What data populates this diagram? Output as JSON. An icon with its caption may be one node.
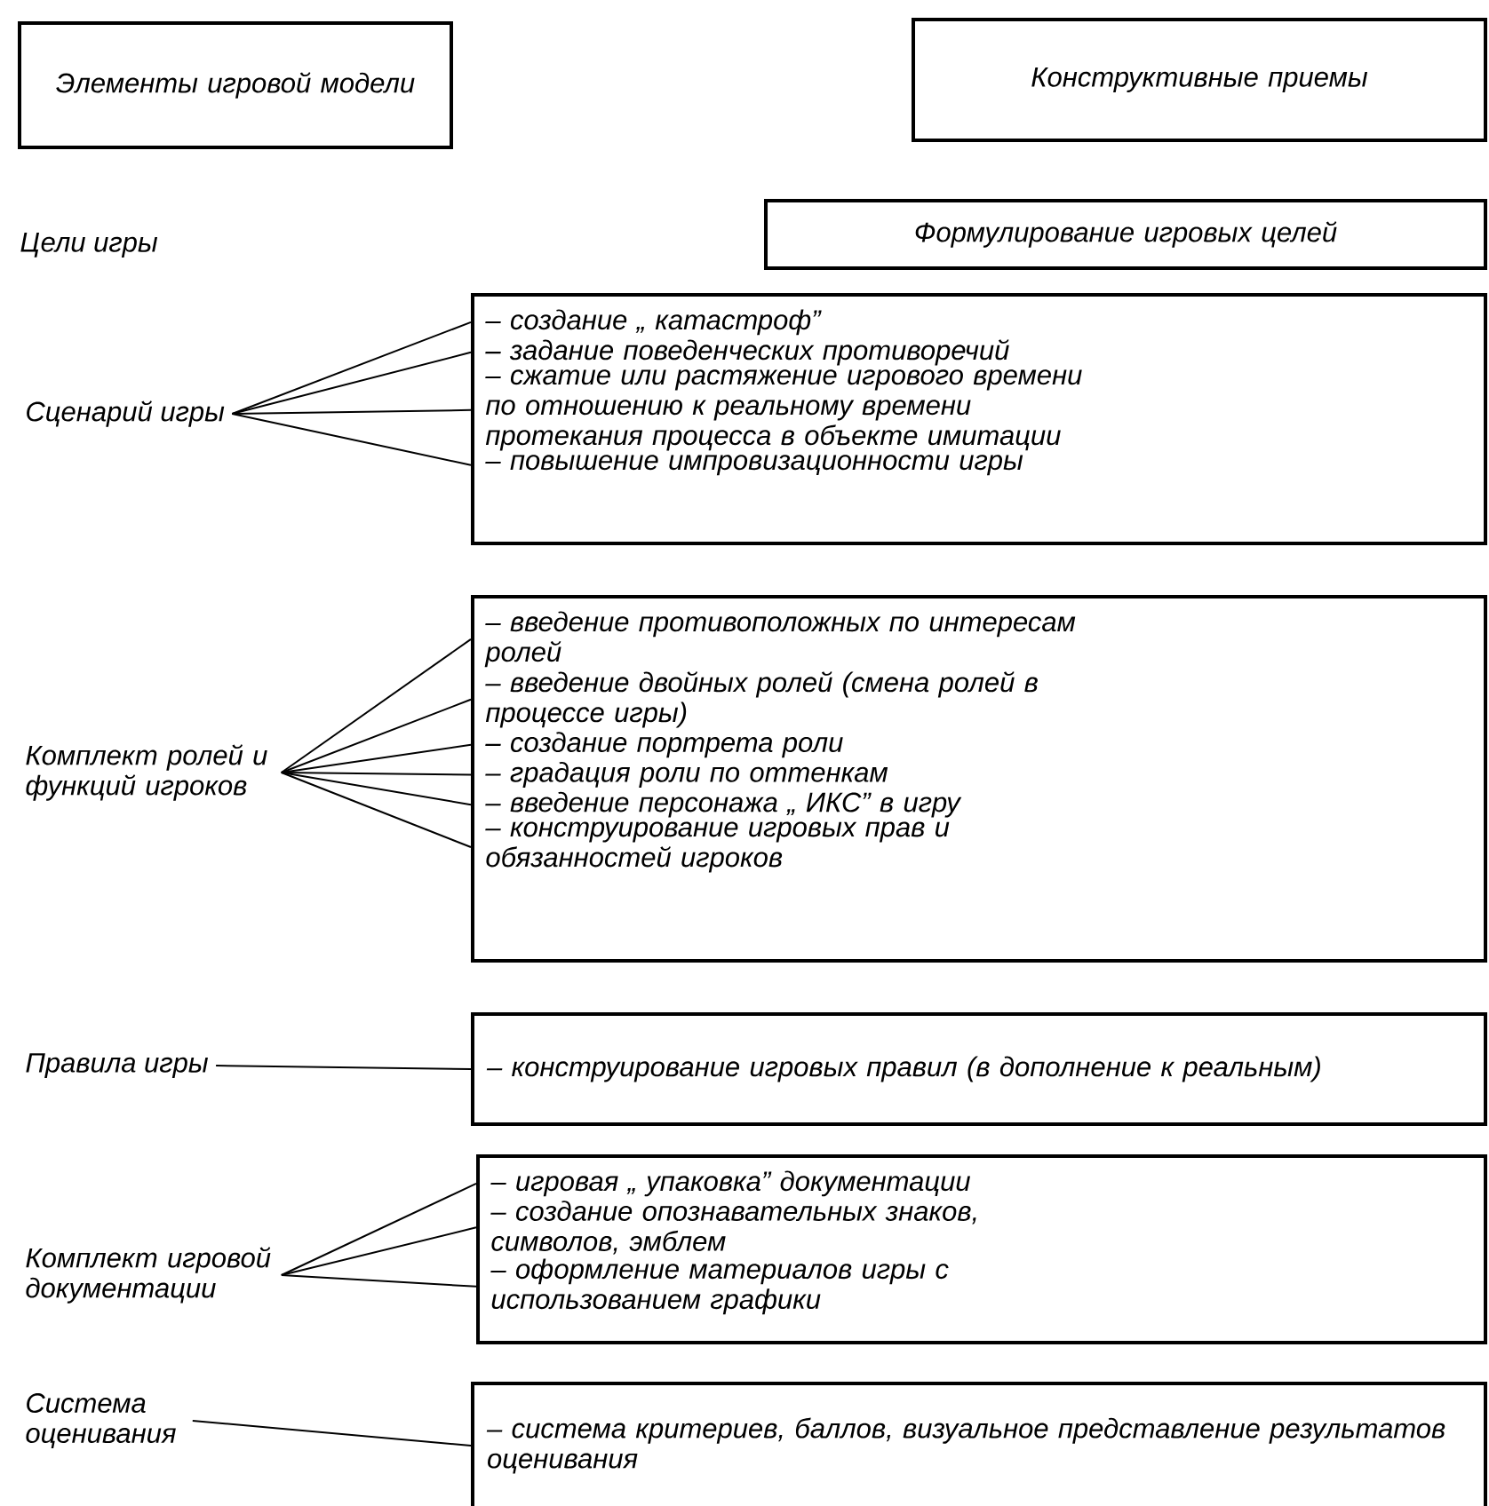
{
  "diagram": {
    "nodes": [
      {
        "text": [
          "Элементы игровой модели"
        ]
      },
      {
        "text": [
          "Конструктивные приемы"
        ]
      },
      {
        "text": [
          "Формулирование игровых целей"
        ]
      },
      {
        "text": [
          "Сценарий игры"
        ]
      },
      {
        "text": [],
        "shape": "box"
      },
      {
        "text": [
          "– создание „ катастроф”"
        ],
        "in": 4
      },
      {
        "text": [
          "– задание поведенческих противоречий"
        ],
        "in": 4
      },
      {
        "text": [
          "– сжатие или растяжение игрового времени по отношению к реальному времени протекания процесса в объекте имитации"
        ],
        "in": 4
      },
      {
        "text": [
          "– повышение импровизационности игры"
        ],
        "in": 4
      },
      {
        "text": [
          "Комплект ролей и функций игроков"
        ]
      },
      {
        "text": [],
        "shape": "box"
      },
      {
        "text": [
          "– введение противоположных по интересам ролей"
        ],
        "in": 10
      },
      {
        "text": [
          "– введение двойных ролей (смена ролей в процессе игры)"
        ],
        "in": 10
      },
      {
        "text": [
          "– создание портрета роли"
        ],
        "in": 10
      },
      {
        "text": [
          "– градация роли по оттенкам"
        ],
        "in": 10
      },
      {
        "text": [
          "– введение персонажа „ ИКС” в игру"
        ],
        "in": 10
      },
      {
        "text": [
          "– конструирование игровых прав и обязанностей игроков"
        ],
        "in": 10
      },
      {
        "text": [
          "Правила игры"
        ]
      },
      {
        "text": [
          "– конструирование игровых правил (в дополнение к реальным)"
        ]
      },
      {
        "text": [
          "Комплект игровой документации"
        ]
      },
      {
        "text": [],
        "shape": "box"
      },
      {
        "text": [
          "– игровая „ упаковка” документации"
        ],
        "in": 20
      },
      {
        "text": [
          "– создание опознавательных знаков, символов, эмблем"
        ],
        "in": 20
      },
      {
        "text": [
          "– оформление материалов игры с использованием графики"
        ],
        "in": 20
      },
      {
        "text": [
          "Система оценивания"
        ]
      },
      {
        "text": [
          "– система критериев, баллов, визуальное представление результатов оценивания"
        ]
      }
    ],
    "edges": [
      {
        "from": 3,
        "to": 5,
        "arrow": "none"
      },
      {
        "from": 3,
        "to": 6,
        "arrow": "none"
      },
      {
        "from": 3,
        "to": 7,
        "arrow": "none"
      },
      {
        "from": 3,
        "to": 8,
        "arrow": "none"
      },
      {
        "from": 9,
        "to": 11,
        "arrow": "none"
      },
      {
        "from": 9,
        "to": 12,
        "arrow": "none"
      },
      {
        "from": 9,
        "to": 13,
        "arrow": "none"
      },
      {
        "from": 9,
        "to": 14,
        "arrow": "none"
      },
      {
        "from": 9,
        "to": 15,
        "arrow": "none"
      },
      {
        "from": 9,
        "to": 16,
        "arrow": "none"
      },
      {
        "from": 17,
        "to": 18,
        "arrow": "none"
      },
      {
        "from": 19,
        "to": 21,
        "arrow": "none"
      },
      {
        "from": 19,
        "to": 22,
        "arrow": "none"
      },
      {
        "from": 19,
        "to": 23,
        "arrow": "none"
      },
      {
        "from": 24,
        "to": 25,
        "arrow": "none"
      }
    ],
    "labels": [
      "Цели игры"
    ]
  }
}
